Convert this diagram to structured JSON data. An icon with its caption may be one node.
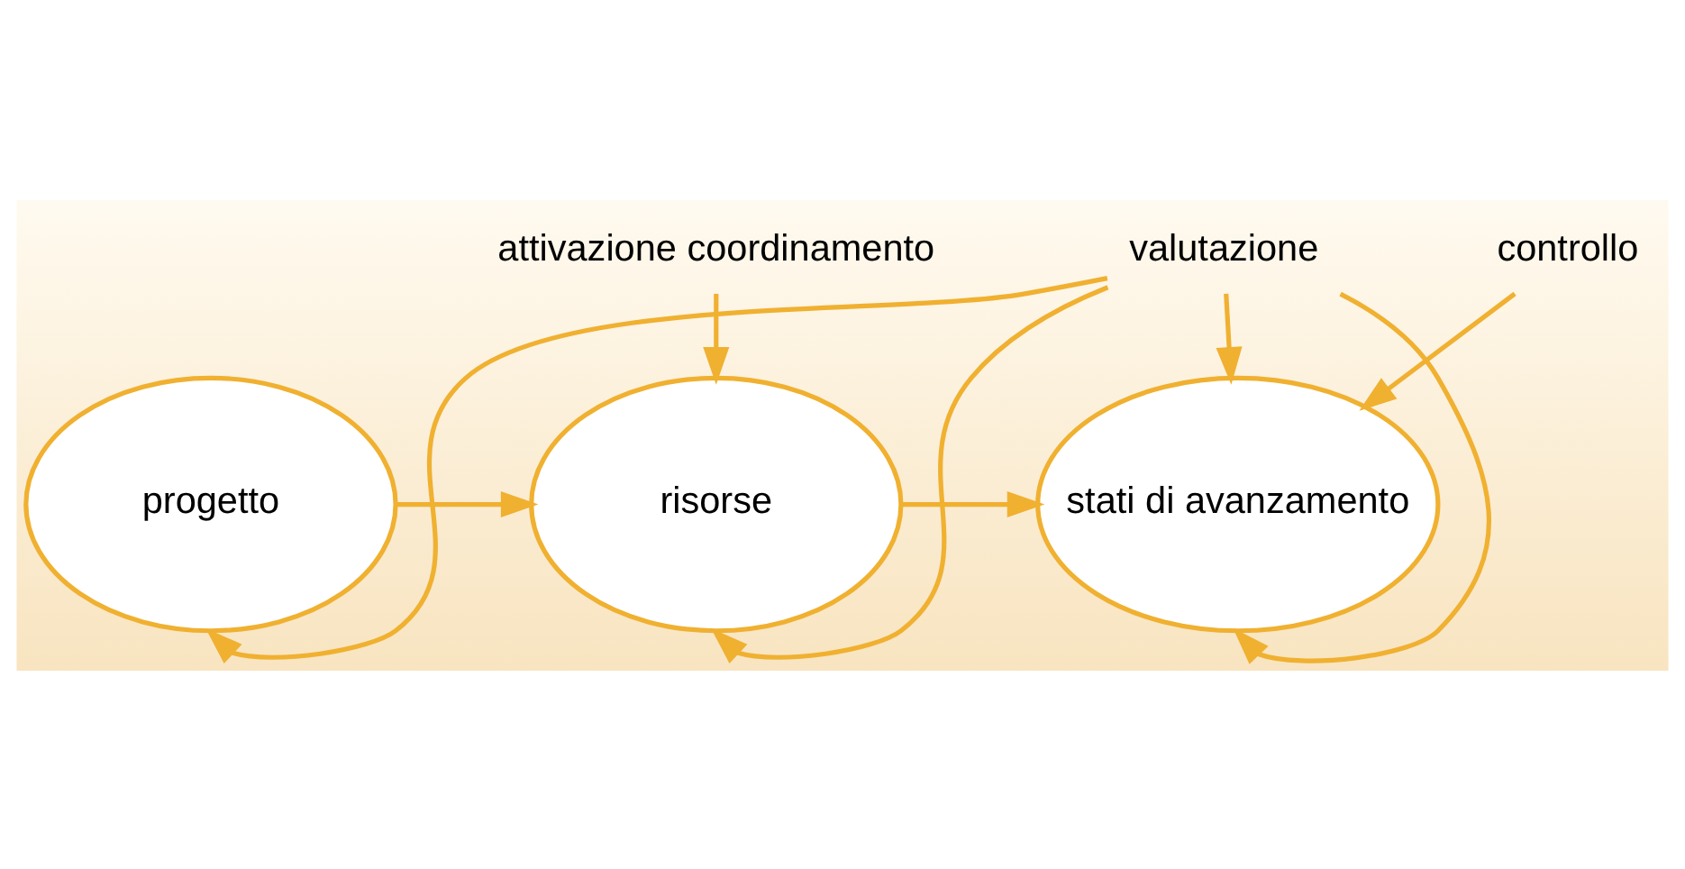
{
  "diagram": {
    "nodes": [
      {
        "text": [
          "progetto"
        ]
      },
      {
        "text": [
          "risorse"
        ]
      },
      {
        "text": [
          "stati di avanzamento"
        ]
      },
      {
        "text": [
          "attivazione coordinamento"
        ]
      },
      {
        "text": [
          "controllo"
        ]
      },
      {
        "text": [
          "valutazione"
        ]
      }
    ],
    "edges": [
      {
        "from": 0,
        "to": 1,
        "arrow": "to"
      },
      {
        "from": 1,
        "to": 2,
        "arrow": "to"
      },
      {
        "from": 3,
        "to": 1,
        "arrow": "to"
      },
      {
        "from": 4,
        "to": 2,
        "arrow": "to"
      },
      {
        "from": 5,
        "to": 2,
        "arrow": "to"
      },
      {
        "from": 5,
        "to": 0,
        "arrow": "to"
      },
      {
        "from": 5,
        "to": 1,
        "arrow": "to"
      },
      {
        "from": 5,
        "to": 2,
        "arrow": "to"
      }
    ]
  }
}
